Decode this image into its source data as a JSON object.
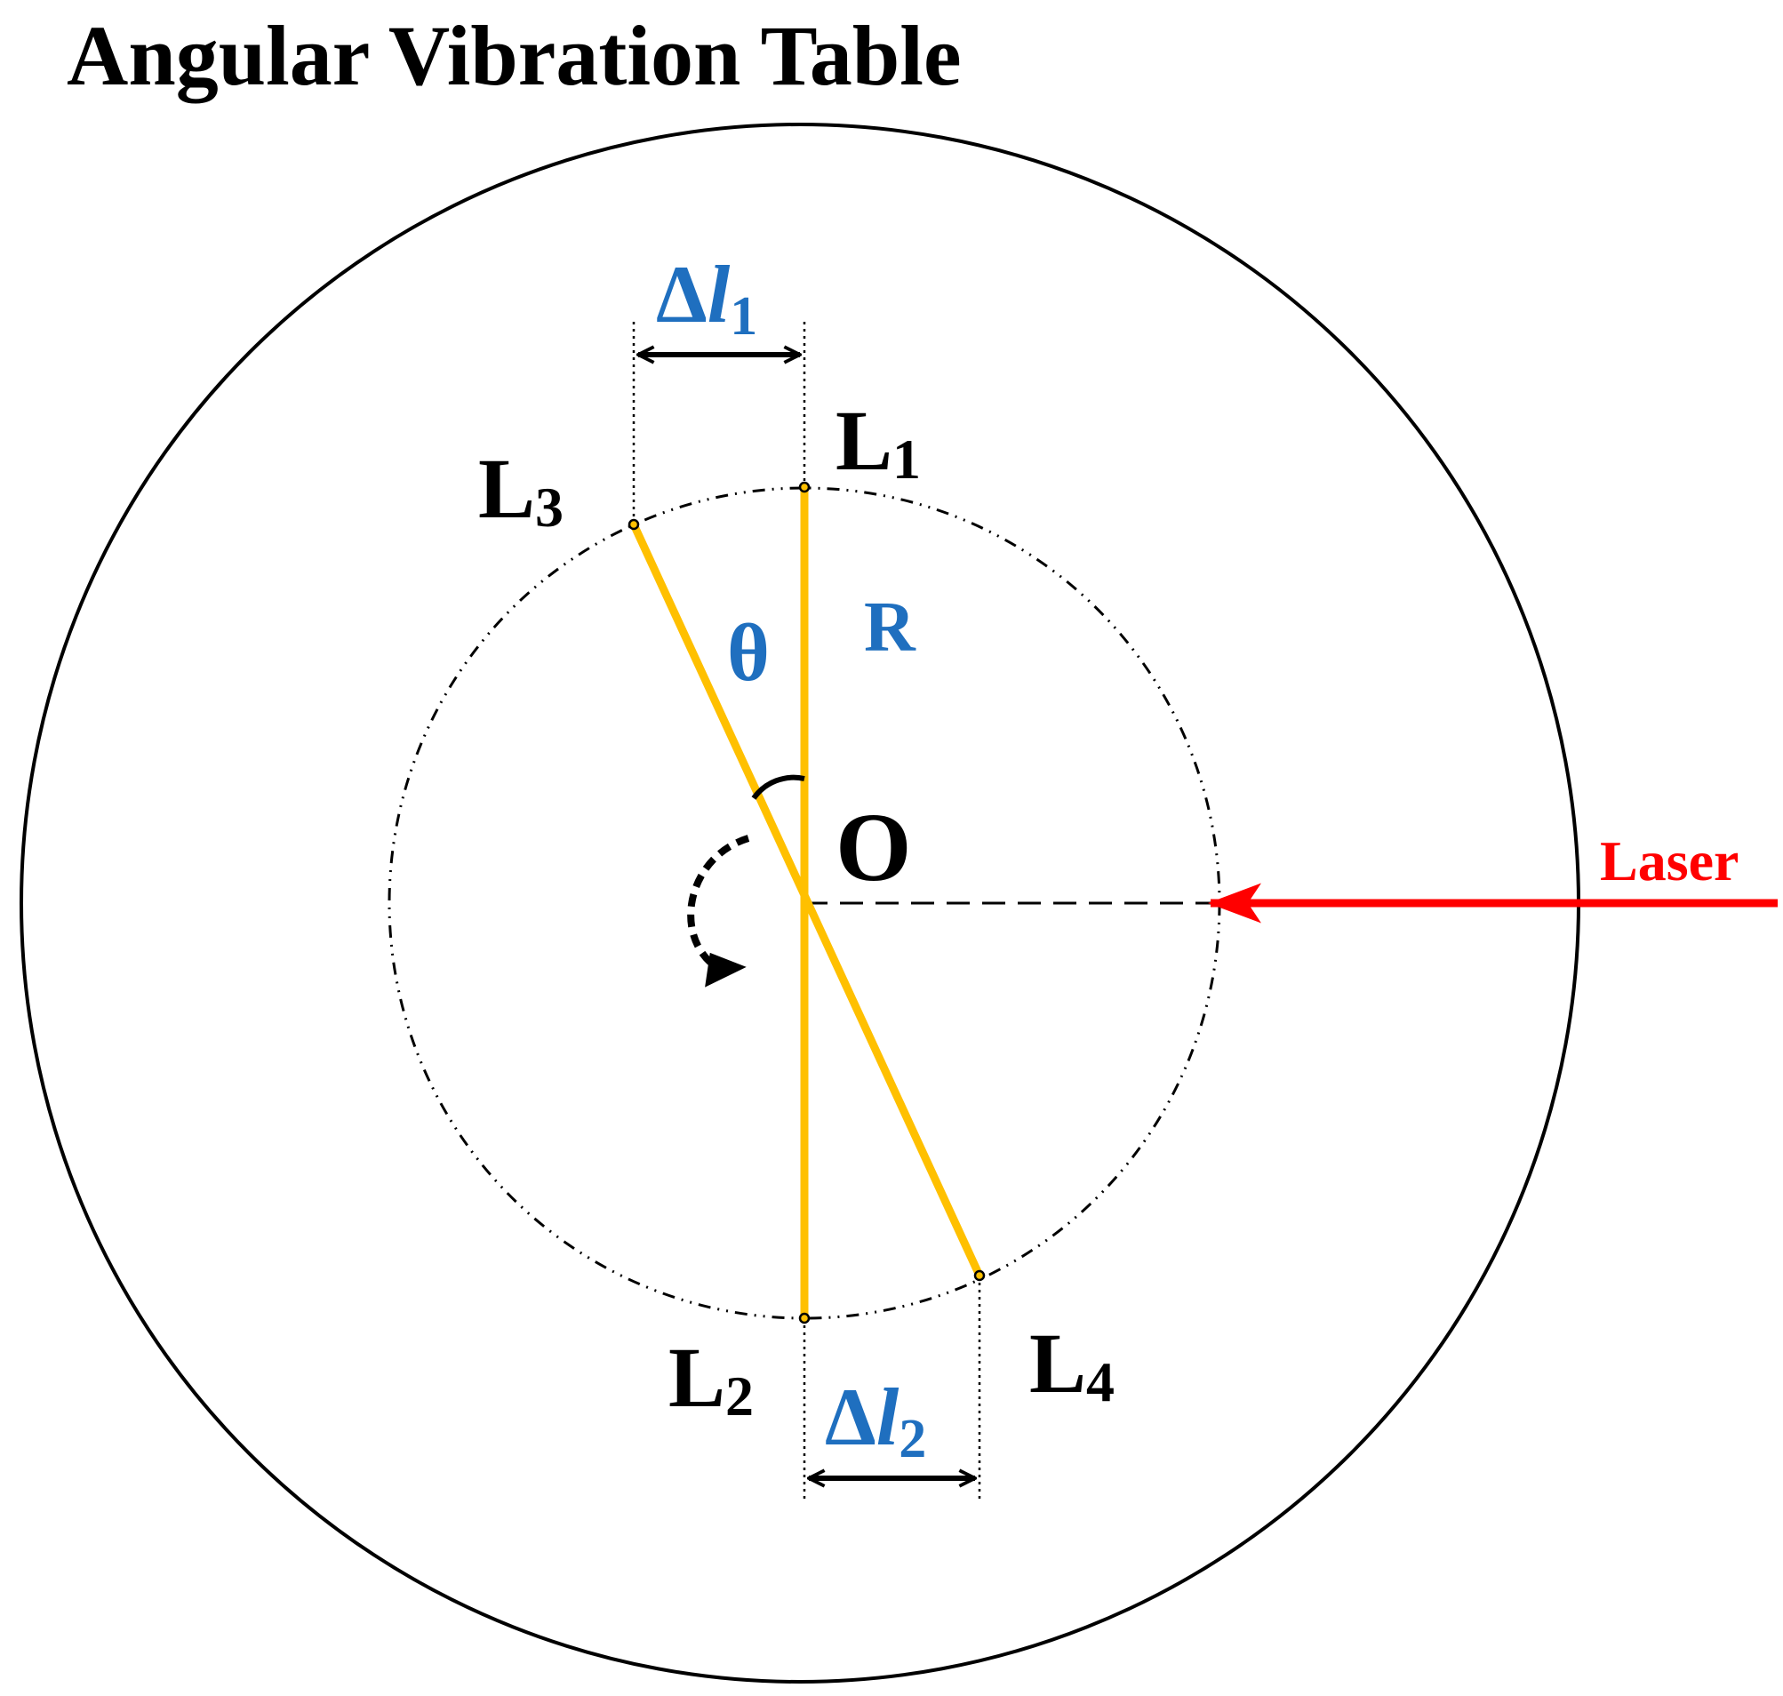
{
  "title": "Angular Vibration Table",
  "labels": {
    "L1": {
      "main": "L",
      "sub": "1"
    },
    "L2": {
      "main": "L",
      "sub": "2"
    },
    "L3": {
      "main": "L",
      "sub": "3"
    },
    "L4": {
      "main": "L",
      "sub": "4"
    },
    "O": "O",
    "R": "R",
    "theta": "θ",
    "delta_l1": {
      "delta": "Δ",
      "l": "l",
      "sub": "1"
    },
    "delta_l2": {
      "delta": "Δ",
      "l": "l",
      "sub": "2"
    },
    "laser": "Laser"
  },
  "colors": {
    "line": "#000000",
    "rod": "#FFC000",
    "blue_label": "#1F6FBF",
    "laser": "#FF0000"
  }
}
